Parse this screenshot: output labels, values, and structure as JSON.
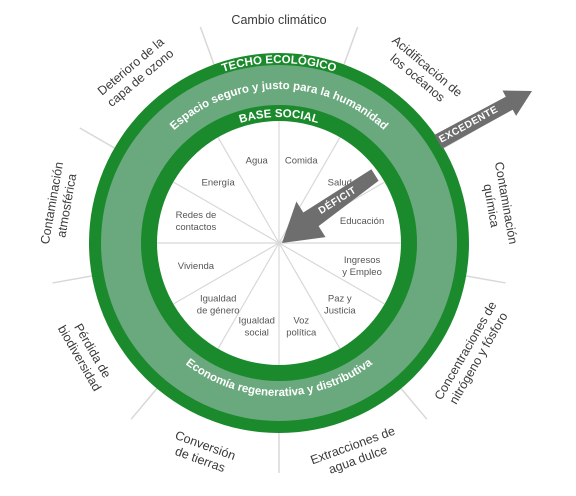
{
  "colors": {
    "dark_green": "#1a8a2c",
    "light_green": "#6aa87d",
    "arrow_gray": "#6e6e6e",
    "divider_gray": "#d8d8d8",
    "text": "#3a3a3a"
  },
  "rings": {
    "techo": "TECHO ECOLÓGICO",
    "espacio": "Espacio seguro y justo para la humanidad",
    "base": "BASE SOCIAL",
    "economia": "Economía regenerativa y distributiva"
  },
  "arrows": {
    "excedente": "EXCEDENTE",
    "deficit": "DÉFICIT"
  },
  "ecological_ceiling": [
    {
      "lines": [
        "Cambio climático"
      ]
    },
    {
      "lines": [
        "Acidificación de",
        "los océanos"
      ]
    },
    {
      "lines": [
        "Contaminación",
        "química"
      ]
    },
    {
      "lines": [
        "Concentraciones de",
        "nitrógeno y fósforo"
      ]
    },
    {
      "lines": [
        "Extracciones de",
        "agua dulce"
      ]
    },
    {
      "lines": [
        "Conversión",
        "de tierras"
      ]
    },
    {
      "lines": [
        "Pérdida de",
        "biodiversidad"
      ]
    },
    {
      "lines": [
        "Contaminación",
        "atmosférica"
      ]
    },
    {
      "lines": [
        "Deterioro de la",
        "capa de ozono"
      ]
    }
  ],
  "social_foundation": [
    {
      "lines": [
        "Comida"
      ]
    },
    {
      "lines": [
        "Salud"
      ]
    },
    {
      "lines": [
        "Educación"
      ]
    },
    {
      "lines": [
        "Ingresos",
        "y Empleo"
      ]
    },
    {
      "lines": [
        "Paz y",
        "Justicia"
      ]
    },
    {
      "lines": [
        "Voz",
        "política"
      ]
    },
    {
      "lines": [
        "Igualdad",
        "social"
      ]
    },
    {
      "lines": [
        "Igualdad",
        "de género"
      ]
    },
    {
      "lines": [
        "Vivienda"
      ]
    },
    {
      "lines": [
        "Redes de",
        "contactos"
      ]
    },
    {
      "lines": [
        "Energía"
      ]
    },
    {
      "lines": [
        "Agua"
      ]
    }
  ]
}
